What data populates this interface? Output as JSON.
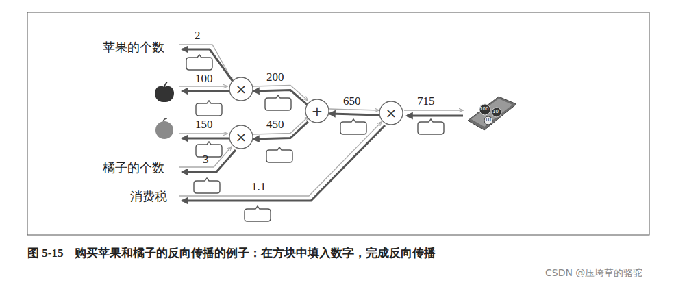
{
  "diagram": {
    "caption": "图 5-15　购买苹果和橘子的反向传播的例子：在方块中填入数字，完成反向传播",
    "nodes": [
      {
        "text": [
          "×"
        ]
      },
      {
        "text": [
          "×"
        ]
      },
      {
        "text": [
          "+"
        ]
      },
      {
        "text": [
          "×"
        ]
      }
    ],
    "edges": [
      {
        "from": 0,
        "to": 2,
        "label": "200",
        "arrow": "both"
      },
      {
        "from": 1,
        "to": 2,
        "label": "450",
        "arrow": "both"
      },
      {
        "from": 2,
        "to": 3,
        "label": "650",
        "arrow": "both"
      }
    ],
    "labels": [
      "苹果的个数",
      "2",
      "100",
      "150",
      "橘子的个数",
      "3",
      "消费税",
      "1.1",
      "715",
      "100",
      "10",
      "10",
      "CSDN @压垮草的骆驼"
    ]
  }
}
